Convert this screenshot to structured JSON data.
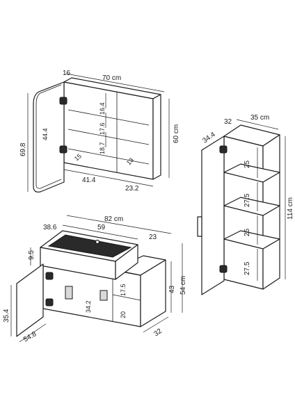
{
  "mirror_cabinet": {
    "width": "70 cm",
    "door_depth": "16",
    "height": "60 cm",
    "door_height": "69.8",
    "inner_height": "44.4",
    "shelf_1": "16.4",
    "shelf_2": "17.6",
    "shelf_3": "18.7",
    "bottom_gap": "15",
    "bottom_width_left": "41.4",
    "bottom_width_right": "23.2",
    "side_shelf": "13"
  },
  "tall_cabinet": {
    "width": "35 cm",
    "door_depth": "34.4",
    "depth": "32",
    "height": "114 cm",
    "shelf_1": "25",
    "shelf_2": "27.5",
    "shelf_3": "25",
    "shelf_4": "27.5"
  },
  "vanity": {
    "total_width": "82 cm",
    "depth": "38.6",
    "basin_width": "59",
    "side_width": "23",
    "basin_height": "9.5",
    "door_height": "35.4",
    "door_width": "54.8",
    "inner_height": "34.2",
    "side_shelf_top": "17.5",
    "side_shelf_bottom": "20",
    "cabinet_height": "43",
    "total_height": "54 cm",
    "side_depth": "32"
  }
}
